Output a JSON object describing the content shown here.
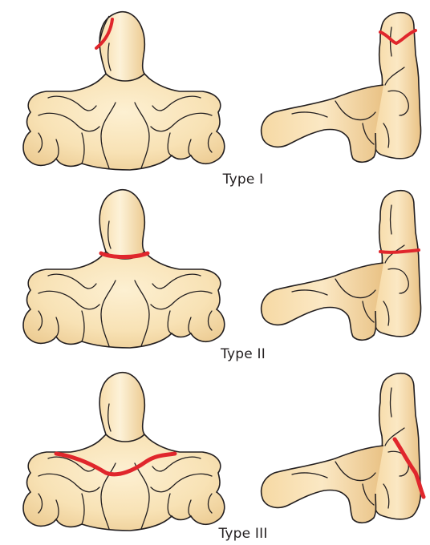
{
  "figure": {
    "rows": [
      {
        "label": "Type I"
      },
      {
        "label": "Type II"
      },
      {
        "label": "Type III"
      }
    ],
    "colors": {
      "bone_fill": "#f8e2b5",
      "bone_shadow": "#e8be80",
      "outline": "#231f20",
      "fracture_line": "#e0262c",
      "background": "#ffffff"
    }
  }
}
